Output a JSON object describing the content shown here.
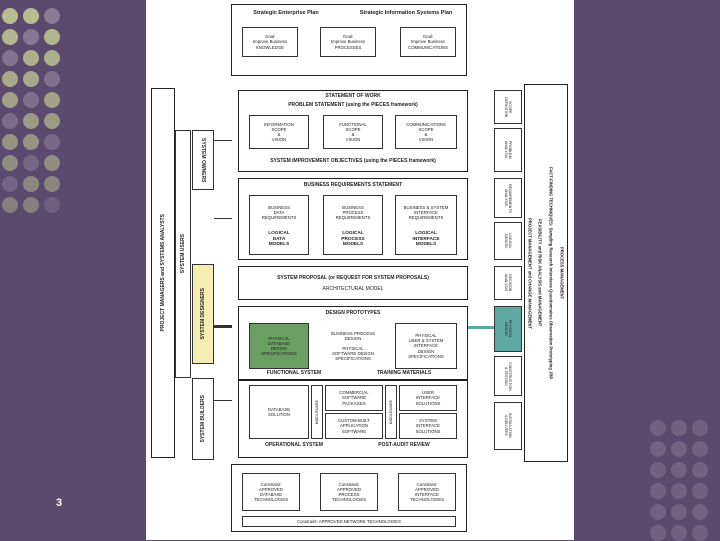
{
  "page_number": "3",
  "colors": {
    "background": "#5b4a6e",
    "dot_green": "#b7bd8f",
    "dot_purple": "#8a7a96",
    "teal": "#5fa8a0",
    "green": "#6b9e63",
    "yellow": "#f4ecb0"
  },
  "top": {
    "heading_left": "Strategic Enterprise Plan",
    "heading_right": "Strategic Information Systems Plan",
    "goals": [
      "Goal:\nImprove Business\nKNOWLEDGE",
      "Goal:\nImprove Business\nPROCESSES",
      "Goal:\nImprove Business\nCOMMUNICATIONS"
    ]
  },
  "left": {
    "analysts": "PROJECT MANAGERS        and        SYSTEMS ANALYSTS",
    "users": "SYSTEM USERS",
    "owners": "SYSTEM OWNERS",
    "designers": "SYSTEM DESIGNERS",
    "builders": "SYSTEM BUILDERS"
  },
  "sec1": {
    "title": "STATEMENT OF WORK",
    "subtitle": "PROBLEM STATEMENT (using the PIECES framework)",
    "cells": [
      "INFORMATION\nSCOPE\n&\nVISION",
      "FUNCTIONAL\nSCOPE\n&\nVISION",
      "COMMUNICATIONS\nSCOPE\n&\nVISION"
    ],
    "footer": "SYSTEM IMPROVEMENT OBJECTIVES (using the PIECES framework)"
  },
  "sec2": {
    "title": "BUSINESS REQUIREMENTS STATEMENT",
    "cells": [
      "BUSINESS\nDATA\nREQUIREMENTS",
      "BUSINESS\nPROCESS\nREQUIREMENTS",
      "BUSINESS & SYSTEM\nINTERFACE\nREQUIREMENTS"
    ],
    "models": [
      "LOGICAL\nDATA\nMODELS",
      "LOGICAL\nPROCESS\nMODELS",
      "LOGICAL\nINTERFACE\nMODELS"
    ]
  },
  "sec3": {
    "title": "SYSTEM PROPOSAL (or REQUEST FOR SYSTEM PROPOSALS)",
    "subtitle": "ARCHITECTURAL MODEL"
  },
  "sec4": {
    "title": "DESIGN PROTOTYPES",
    "cells": [
      "PHYSICAL\nDATABASE\nDESIGN\nSPECIFICATIONS",
      "BUSINESS PROCESS\nDESIGN\n\nPHYSICAL\nSOFTWARE DESIGN\nSPECIFICATIONS",
      "PHYSICAL\nUSER & SYSTEM\nINTERFACE\nDESIGN\nSPECIFICATIONS"
    ],
    "footer_left": "FUNCTIONAL SYSTEM",
    "footer_right": "TRAINING MATERIALS"
  },
  "sec5": {
    "cells": [
      "DATABASE\nSOLUTION",
      "COMMERCIAL\nSOFTWARE\nPACKAGES",
      "USER\nINTERFACE\nSOLUTIONS"
    ],
    "cells2": [
      "CUSTOM-BUILT\nAPPLICATION\nSOFTWARE",
      "SYSTEM\nINTERFACE\nSOLUTIONS"
    ],
    "vert_left": "MIDDLEWARE",
    "vert_right": "MIDDLEWARE",
    "footer_left": "OPERATIONAL SYSTEM",
    "footer_right": "POST-AUDIT REVIEW"
  },
  "bottom": {
    "cells": [
      "Constraint:\nAPPROVED\nDATABASE\nTECHNOLOGIES",
      "Constraint:\nAPPROVED\nPROCESS\nTECHNOLOGIES",
      "Constraint:\nAPPROVED\nINTERFACE\nTECHNOLOGIES"
    ],
    "footer": "Constraint: APPROVED NETWORK TECHNOLOGIES"
  },
  "phases": [
    "SCOPE\nDEFINITION",
    "PROBLEM\nANALYSIS",
    "REQUIREMENTS\nANALYSIS",
    "LOGICAL\nDESIGN",
    "DECISION\nANALYSIS",
    "PHYSICAL\nDESIGN",
    "CONSTRUCTION\n& TESTING",
    "INSTALLATION\n& DELIVERY"
  ],
  "right": {
    "line1": "FACT-FINDING TECHNIQUES: Sampling   Research   Interviews   Questionnaires   Observation   Prototyping   JRP",
    "line2": "FEASIBILITY and RISK ANALYSIS and MANAGEMENT",
    "line3": "PROCESS MANAGEMENT",
    "line4": "PROJECT MANAGEMENT and CHANGE MANAGEMENT"
  }
}
